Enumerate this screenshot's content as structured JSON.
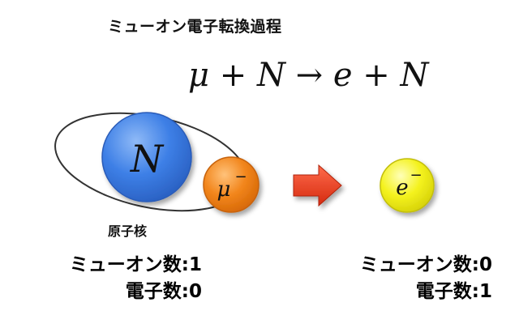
{
  "title": "ミューオン電子転換過程",
  "equation": {
    "lhs_particle": "μ",
    "plus1": "+",
    "lhs_nucleus": "N",
    "arrow": "→",
    "rhs_particle": "e",
    "plus2": "+",
    "rhs_nucleus": "N"
  },
  "diagram": {
    "nucleus_symbol": "N",
    "muon_symbol": "μ",
    "muon_charge": "−",
    "electron_symbol": "e",
    "electron_charge": "−",
    "nucleus_caption": "原子核",
    "colors": {
      "nucleus": "#3d7fe6",
      "muon": "#f2861c",
      "electron": "#f2f21c",
      "arrow": "#e83318",
      "orbit": "#333333"
    }
  },
  "before": {
    "muon_number": "ミューオン数:1",
    "electron_number": "電子数:0"
  },
  "after": {
    "muon_number": "ミューオン数:0",
    "electron_number": "電子数:1"
  }
}
